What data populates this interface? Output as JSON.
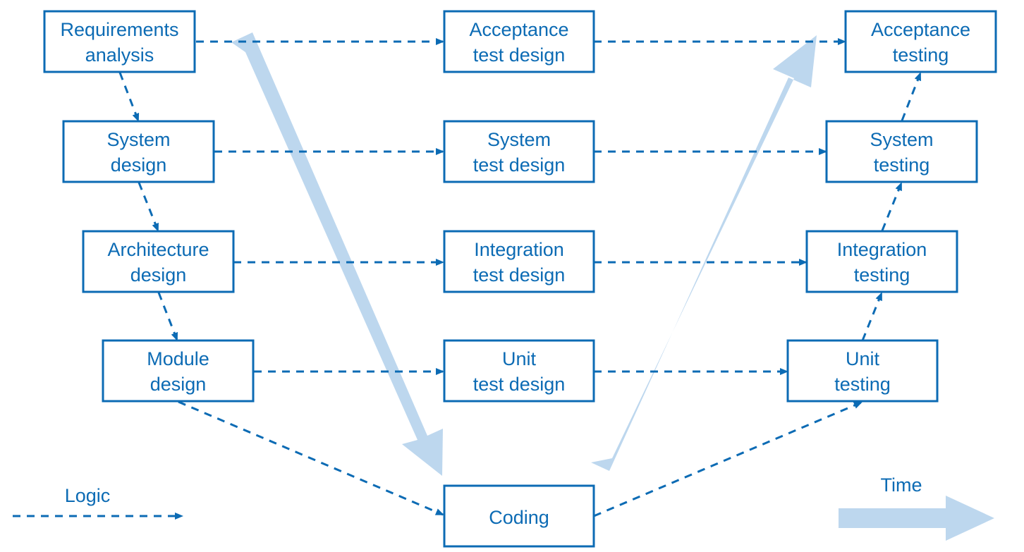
{
  "colors": {
    "line": "#0c6bb4",
    "timeArrow": "#bdd7ee",
    "background": "#ffffff"
  },
  "boxes": {
    "req": {
      "line1": "Requirements",
      "line2": "analysis"
    },
    "sys": {
      "line1": "System",
      "line2": "design"
    },
    "arch": {
      "line1": "Architecture",
      "line2": "design"
    },
    "mod": {
      "line1": "Module",
      "line2": "design"
    },
    "atd": {
      "line1": "Acceptance",
      "line2": "test design"
    },
    "std": {
      "line1": "System",
      "line2": "test design"
    },
    "itd": {
      "line1": "Integration",
      "line2": "test design"
    },
    "utd": {
      "line1": "Unit",
      "line2": "test design"
    },
    "coding": {
      "line1": "Coding"
    },
    "at": {
      "line1": "Acceptance",
      "line2": "testing"
    },
    "st": {
      "line1": "System",
      "line2": "testing"
    },
    "it": {
      "line1": "Integration",
      "line2": "testing"
    },
    "ut": {
      "line1": "Unit",
      "line2": "testing"
    }
  },
  "legend": {
    "logic": "Logic",
    "time": "Time"
  }
}
